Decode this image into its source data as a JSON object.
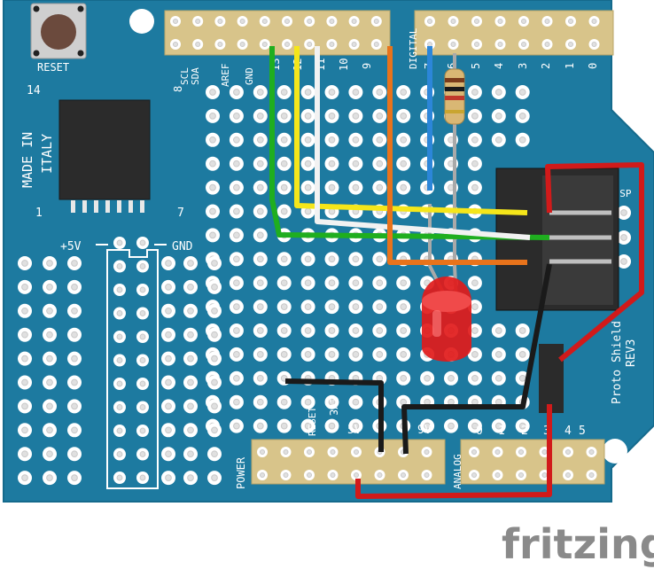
{
  "labels": {
    "reset": "RESET",
    "ic_pin_top": "14",
    "ic_pin_bottom_left": "1",
    "ic_pin_bottom_right": "7",
    "made_in": "MADE IN",
    "italy": "ITALY",
    "plus5v": "+5V",
    "gnd_rail": "GND",
    "scl": "SCL",
    "sda": "SDA",
    "aref": "AREF",
    "gnd_top": "GND",
    "d13": "13",
    "d12": "12",
    "d11": "11",
    "d10": "10",
    "d9": "9",
    "d8": "8",
    "digital": "DIGITAL",
    "d7": "7",
    "d6": "6",
    "d5": "5",
    "d4": "4",
    "d3": "3",
    "d2": "2",
    "d1": "1",
    "d0": "0",
    "power": "POWER",
    "reset_bottom": "RESET",
    "v33": "3V3",
    "v5": "5V",
    "vin": "9V",
    "analog": "ANALOG",
    "a0": "0",
    "a1": "1",
    "a2": "2",
    "a3": "3",
    "a4": "4",
    "a5": "5",
    "proto": "Proto Shield",
    "rev": "REV3",
    "isp": "ICSP",
    "brand": "fritzing"
  },
  "colors": {
    "board": "#1d7aa0",
    "board_edge": "#156a8c",
    "wire_green": "#1fae1f",
    "wire_yellow": "#f5e61a",
    "wire_white": "#f2f2f2",
    "wire_orange": "#e8731b",
    "wire_blue": "#2c86d9",
    "wire_black": "#1a1a1a",
    "wire_red": "#d11a1a",
    "led": "#e11a1a",
    "brand_gray": "#8a8a8a"
  }
}
